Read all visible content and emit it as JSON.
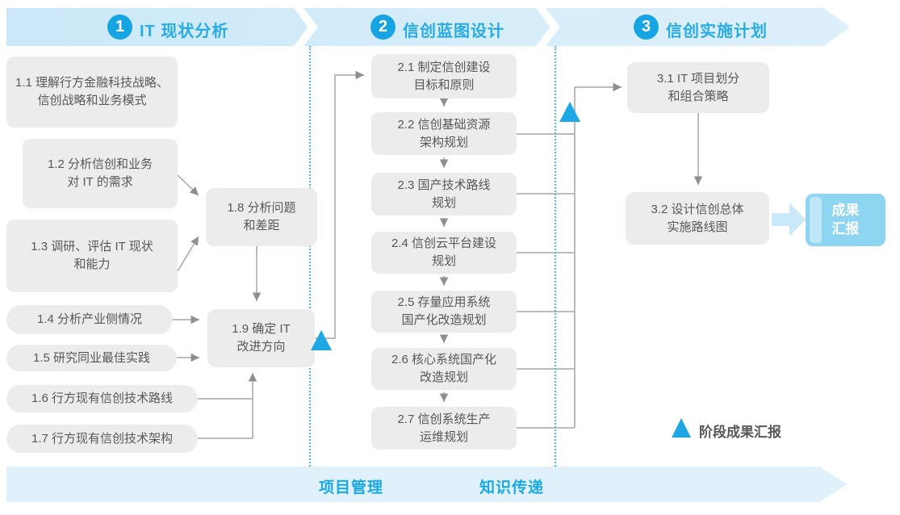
{
  "header": {
    "phases": [
      {
        "number": "1",
        "title": "IT 现状分析"
      },
      {
        "number": "2",
        "title": "信创蓝图设计"
      },
      {
        "number": "3",
        "title": "信创实施计划"
      }
    ]
  },
  "phase1": {
    "b11": "1.1 理解行方金融科技战略、\n信创战略和业务模式",
    "b12": "1.2 分析信创和业务\n对 IT 的需求",
    "b13": "1.3 调研、评估 IT 现状\n和能力",
    "b14": "1.4 分析产业侧情况",
    "b15": "1.5 研究同业最佳实践",
    "b16": "1.6 行方现有信创技术路线",
    "b17": "1.7 行方现有信创技术架构",
    "b18": "1.8 分析问题\n和差距",
    "b19": "1.9 确定 IT\n改进方向"
  },
  "phase2": {
    "b21": "2.1 制定信创建设\n目标和原则",
    "b22": "2.2 信创基础资源\n架构规划",
    "b23": "2.3 国产技术路线\n规划",
    "b24": "2.4 信创云平台建设\n规划",
    "b25": "2.5 存量应用系统\n国产化改造规划",
    "b26": "2.6 核心系统国产化\n改造规划",
    "b27": "2.7 信创系统生产\n运维规划"
  },
  "phase3": {
    "b31": "3.1 IT 项目划分\n和组合策略",
    "b32": "3.2 设计信创总体\n实施路线图"
  },
  "result_box": {
    "label": "成果\n汇报"
  },
  "legend": {
    "label": "阶段成果汇报"
  },
  "footer": {
    "items": [
      "项目管理",
      "知识传递"
    ]
  },
  "colors": {
    "accent_blue": "#29abe4",
    "circle_blue": "#17a4e2",
    "banner_bg": "#cfe9f8",
    "footer_bg": "#e1f1fb",
    "box_bg": "#ececec",
    "box_text": "#57585a",
    "connector_gray": "#a6a6a6",
    "triangle_blue": "#1da8e5",
    "result_bg": "#8ed5f2",
    "dotted_line": "#49b8ea"
  }
}
